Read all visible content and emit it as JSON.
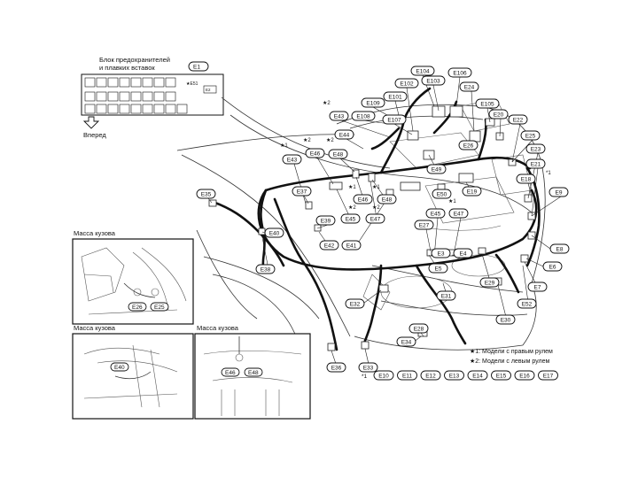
{
  "fuse_block": {
    "title_line1": "Блок предохранителей",
    "title_line2": "и плавких вставок",
    "connector": "E1",
    "marker_left": "★E51",
    "marker_right": "E2"
  },
  "forward": {
    "label": "Вперед"
  },
  "insets": [
    {
      "title": "Масса кузова",
      "labels": [
        "E26",
        "E25"
      ]
    },
    {
      "title": "Масса кузова",
      "labels": [
        "E40"
      ]
    },
    {
      "title": "Масса кузова",
      "labels": [
        "E46",
        "E48"
      ]
    }
  ],
  "legend": {
    "star1": "★1: Модели с правым рулем",
    "star2": "★2: Модели с левым рулем"
  },
  "note_mark": "*1",
  "bottom_row": [
    "E10",
    "E11",
    "E12",
    "E13",
    "E14",
    "E15",
    "E16",
    "E17"
  ],
  "connectors": [
    "E104",
    "E106",
    "E102",
    "E103",
    "E24",
    "E109",
    "E101",
    "E105",
    "E108",
    "E107",
    "E20",
    "E22",
    "E43",
    "E44",
    "E26",
    "E25",
    "E23",
    "E21",
    "E46",
    "E48",
    "E49",
    "E18",
    "E43",
    "E9",
    "E35",
    "E37",
    "E46",
    "E48",
    "E50",
    "E19",
    "E45",
    "E47",
    "E45",
    "E47",
    "E39",
    "E27",
    "E40",
    "E42",
    "E41",
    "E8",
    "E3",
    "E4",
    "E6",
    "E38",
    "E5",
    "E29",
    "E7",
    "E31",
    "E32",
    "E30",
    "E52",
    "E28",
    "E34",
    "E33",
    "E36"
  ],
  "star_marks": [
    "★2",
    "★1",
    "★2",
    "★2",
    "★1",
    "★1",
    "★2",
    "★2",
    "★1"
  ],
  "side_mark": "*1",
  "colors": {
    "ink": "#111111",
    "paper": "#ffffff"
  }
}
